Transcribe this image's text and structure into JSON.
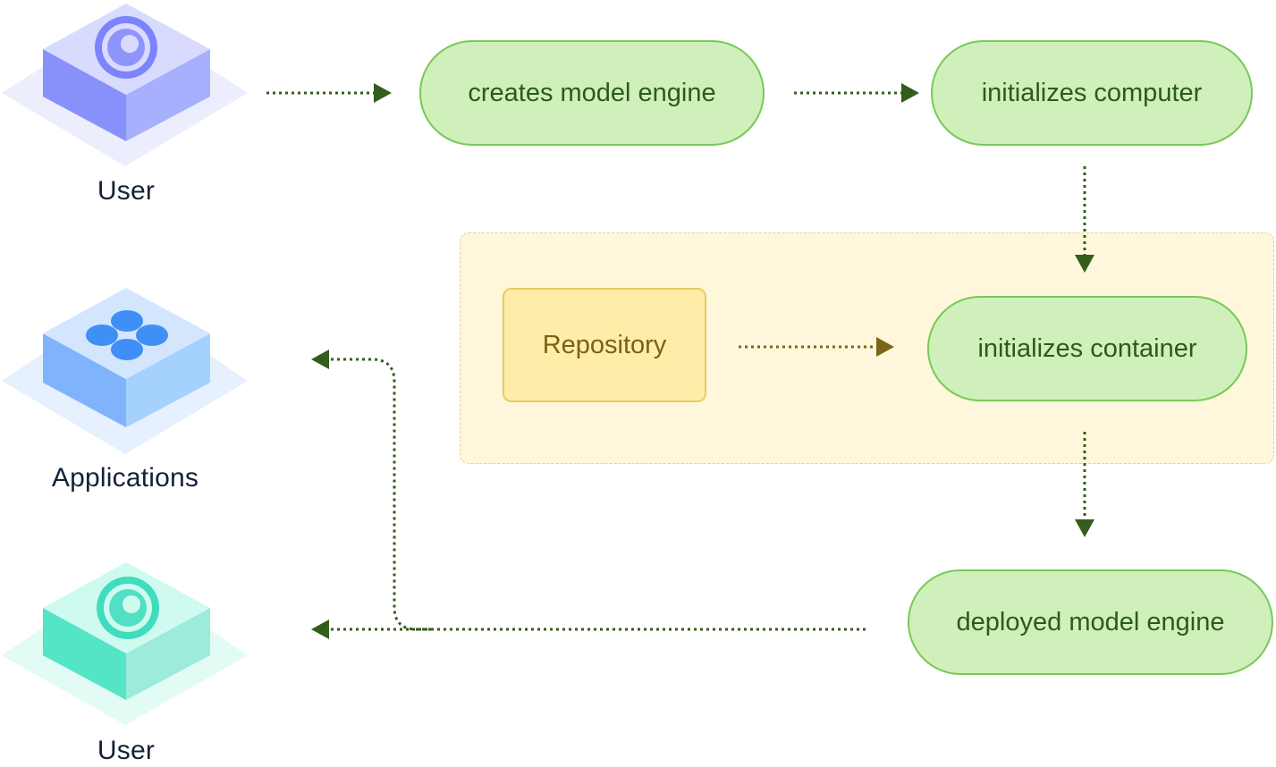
{
  "actors": {
    "top_user": {
      "label": "User",
      "icon": "user-icon"
    },
    "applications": {
      "label": "Applications",
      "icon": "apps-icon"
    },
    "bottom_user": {
      "label": "User",
      "icon": "user-icon"
    }
  },
  "steps": {
    "create_engine": "creates model engine",
    "init_computer": "initializes computer",
    "init_container": "initializes container",
    "deployed_engine": "deployed model engine"
  },
  "repository": {
    "label": "Repository"
  },
  "colors": {
    "step_fill": "#d0f0bb",
    "step_border": "#78c957",
    "step_text": "#2c5a18",
    "arrow_green": "#345c1c",
    "arrow_olive": "#7a6616",
    "group_fill": "#fef7dc",
    "repo_fill": "#feeda8",
    "top_user_accent": "#7b84fb",
    "applications_accent": "#3f8ff6",
    "bottom_user_accent": "#3fdcbd"
  }
}
